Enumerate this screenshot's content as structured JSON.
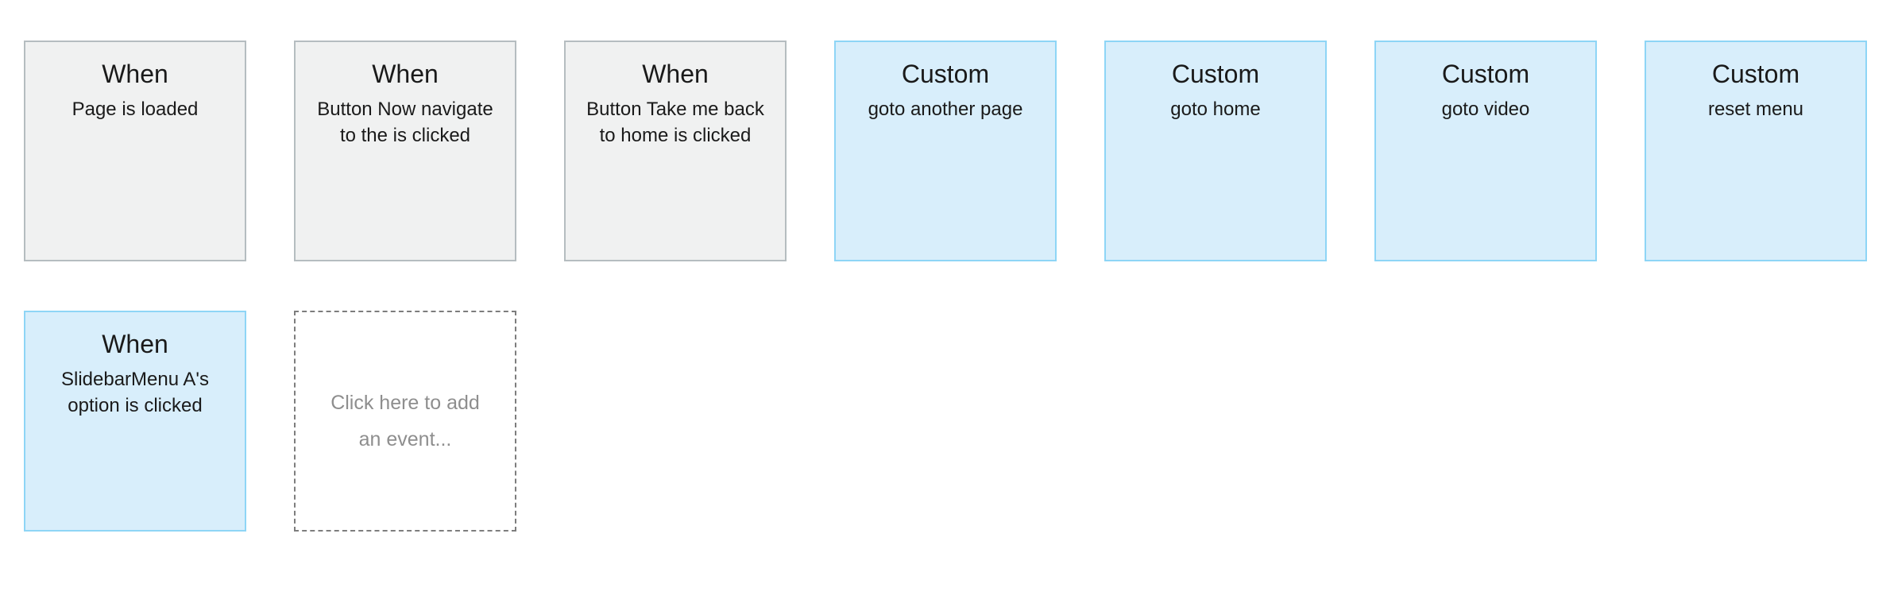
{
  "cards": [
    {
      "variant": "gray",
      "title": "When",
      "description": "Page is loaded"
    },
    {
      "variant": "gray",
      "title": "When",
      "description": "Button Now navigate to the is clicked"
    },
    {
      "variant": "gray",
      "title": "When",
      "description": "Button Take me back to home is clicked"
    },
    {
      "variant": "blue",
      "title": "Custom",
      "description": "goto another page"
    },
    {
      "variant": "blue",
      "title": "Custom",
      "description": "goto home"
    },
    {
      "variant": "blue",
      "title": "Custom",
      "description": "goto video"
    },
    {
      "variant": "blue",
      "title": "Custom",
      "description": "reset menu"
    },
    {
      "variant": "blue",
      "title": "When",
      "description": "SlidebarMenu A's option is clicked"
    }
  ],
  "add_event": {
    "label": "Click here to add an event..."
  },
  "colors": {
    "when_card_bg": "#f0f1f1",
    "when_card_border": "#b5bdc0",
    "custom_card_bg": "#d8eefb",
    "custom_card_border": "#8ed5f6",
    "add_card_border": "#7d7d7d",
    "add_card_text": "#8e8e8e",
    "card_text": "#1a1a1a"
  }
}
